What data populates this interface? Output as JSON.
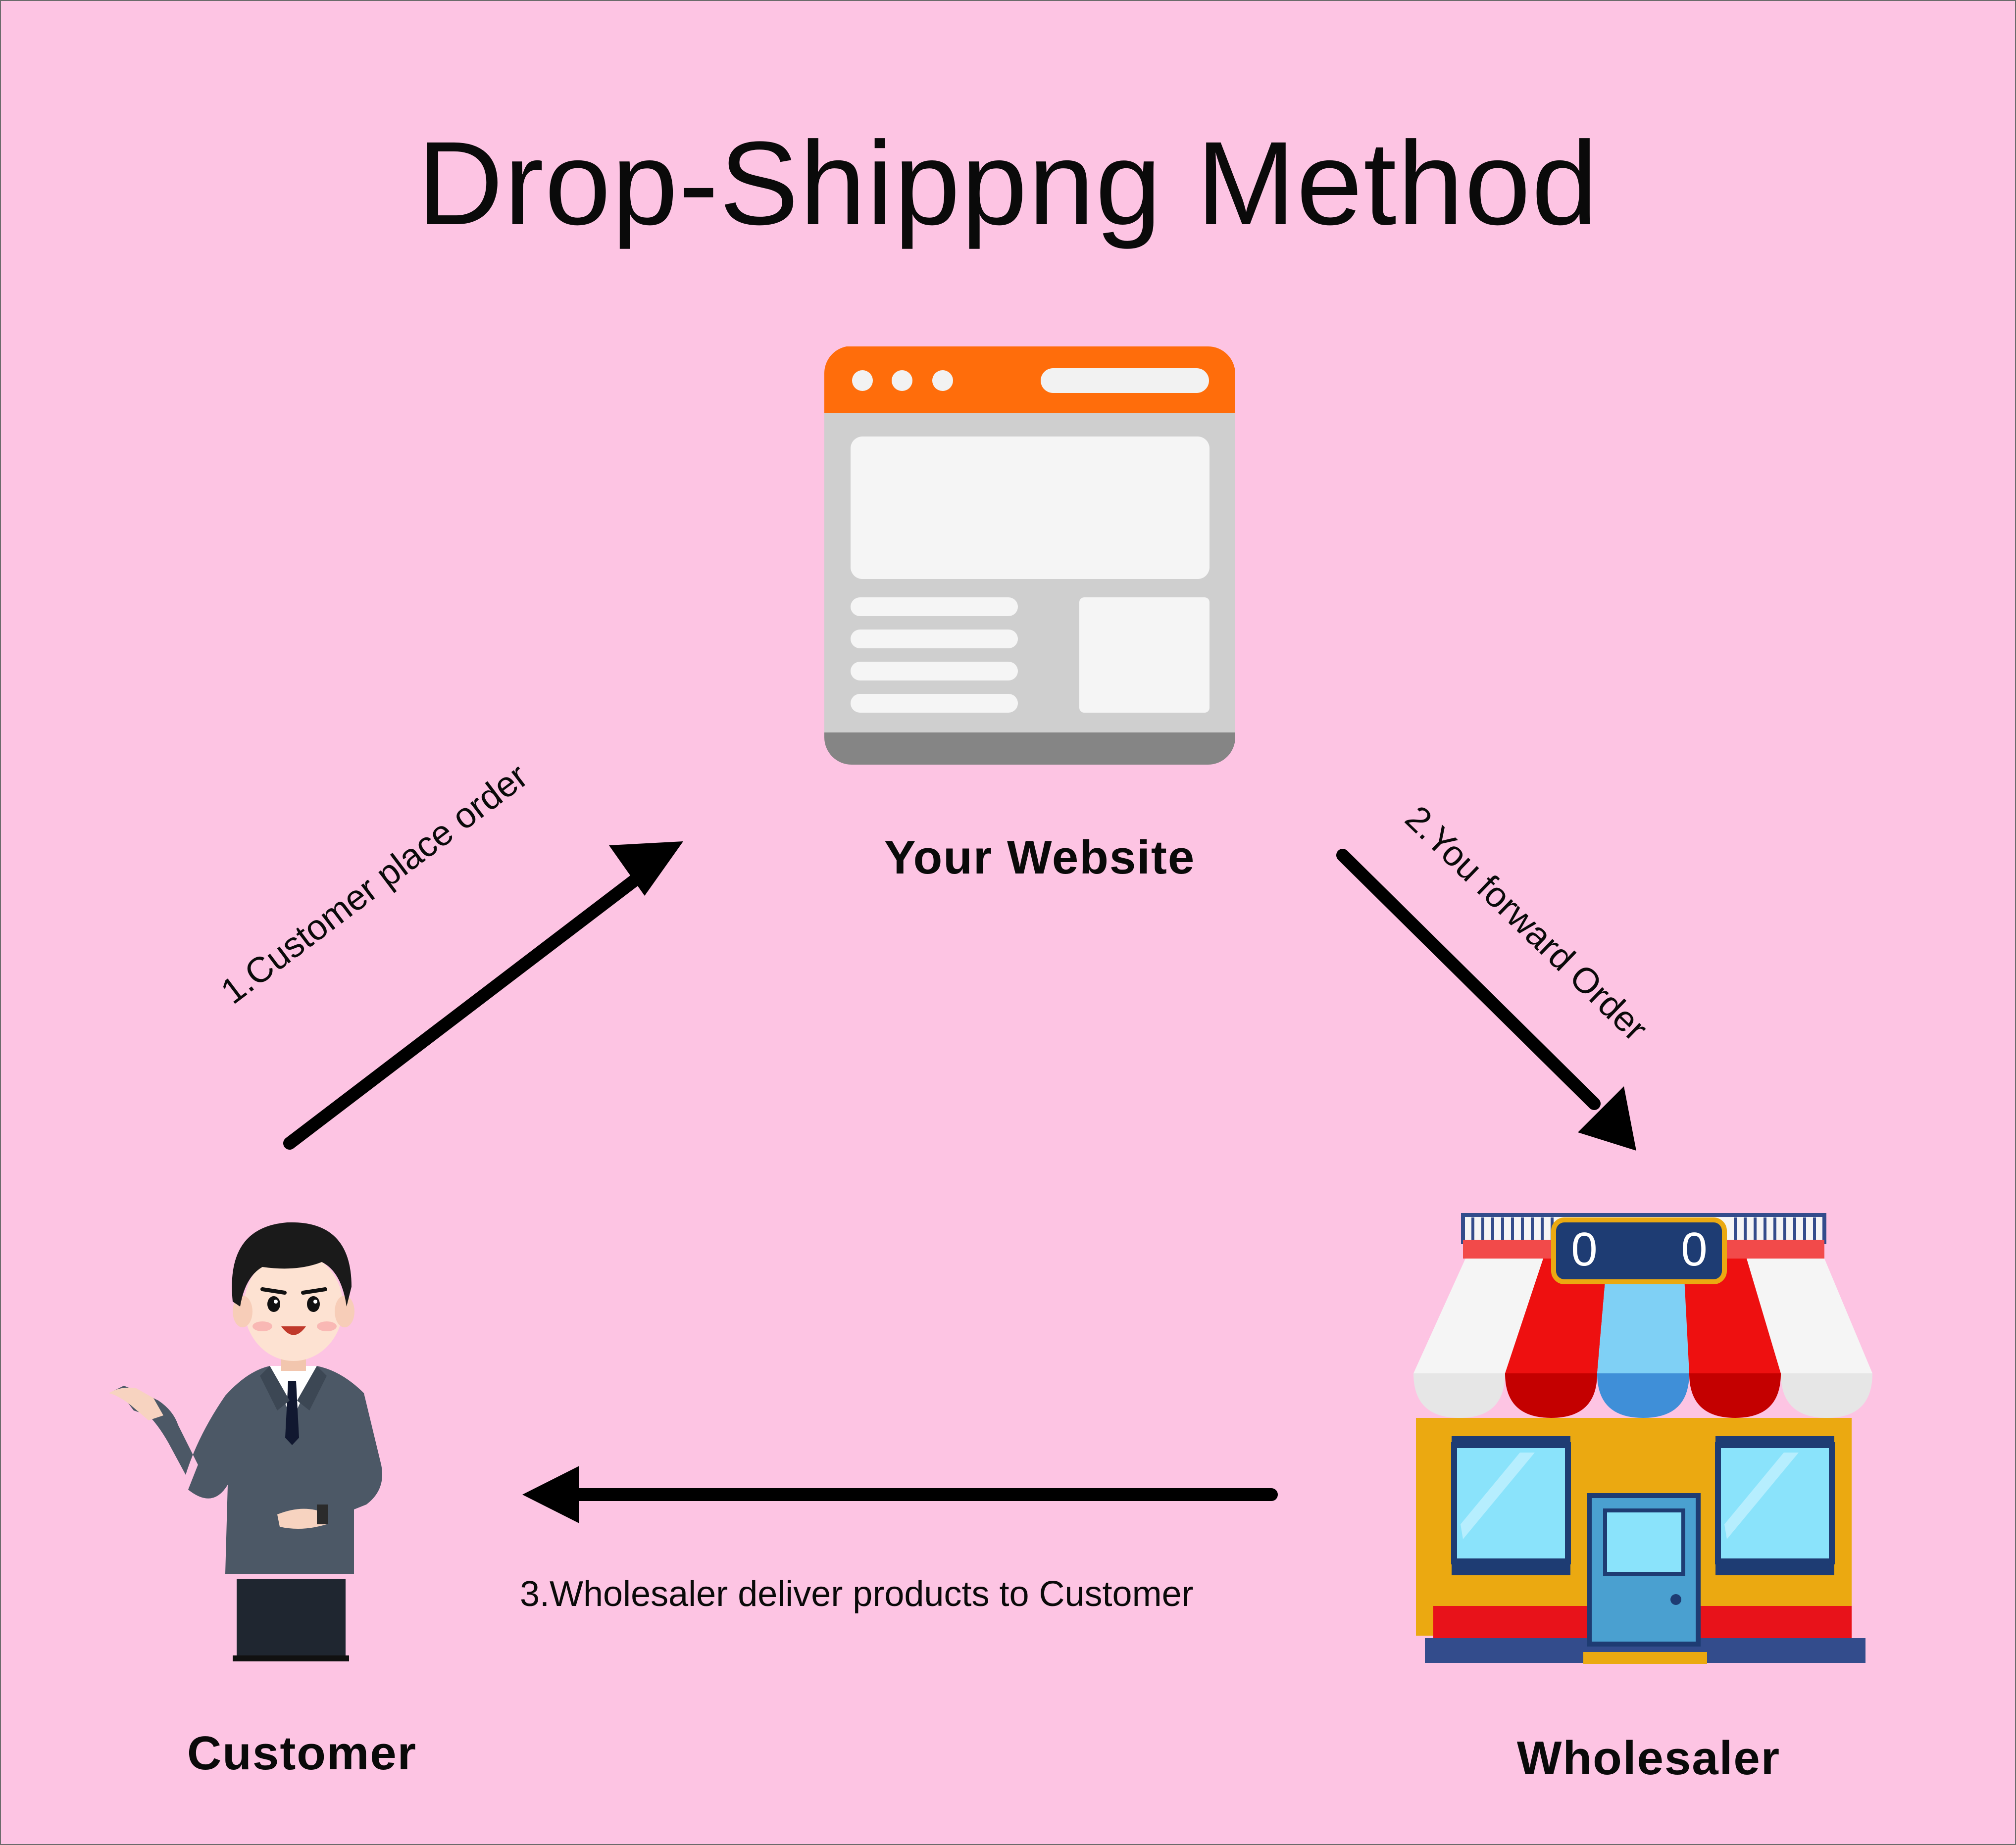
{
  "title": "Drop-Shippng Method",
  "nodes": {
    "website": {
      "label": "Your Website"
    },
    "customer": {
      "label": "Customer"
    },
    "wholesaler": {
      "label": "Wholesaler",
      "sign_left": "0",
      "sign_right": "0"
    }
  },
  "edges": [
    {
      "from": "customer",
      "to": "website",
      "label": "1.Customer place order"
    },
    {
      "from": "website",
      "to": "wholesaler",
      "label": "2.You forward Order"
    },
    {
      "from": "wholesaler",
      "to": "customer",
      "label": "3.Wholesaler deliver products to Customer"
    }
  ],
  "colors": {
    "background": "#fdc4e3",
    "browser_bar": "#ff6d0b",
    "browser_body": "#cfcfcf",
    "browser_footer": "#858585",
    "awning_red": "#ee1010",
    "awning_blue": "#7fd0f5",
    "shop_wall": "#eba911",
    "shop_sign": "#1e3c73",
    "suit": "#4c5866"
  }
}
